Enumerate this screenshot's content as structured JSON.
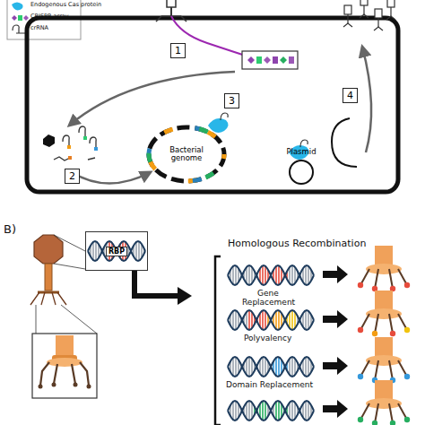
{
  "diagram": {
    "nodes": [
      {
        "text": [
          "1"
        ]
      },
      {
        "text": [
          "2"
        ]
      },
      {
        "text": [
          "Bacterial genome"
        ]
      },
      {
        "text": [
          "3"
        ]
      },
      {
        "text": [
          "Plasmid"
        ]
      },
      {
        "text": [
          "4"
        ]
      },
      {
        "text": [
          "RBP"
        ]
      }
    ],
    "labels": [
      "B)",
      "Homologous Recombination",
      "Gene",
      "Replacement",
      "Polyvalency",
      "Domain Replacement"
    ],
    "legend": [
      {
        "text": "Endogenous Cas protein"
      },
      {
        "text": "CRISPR array"
      },
      {
        "text": "crRNA"
      }
    ]
  }
}
